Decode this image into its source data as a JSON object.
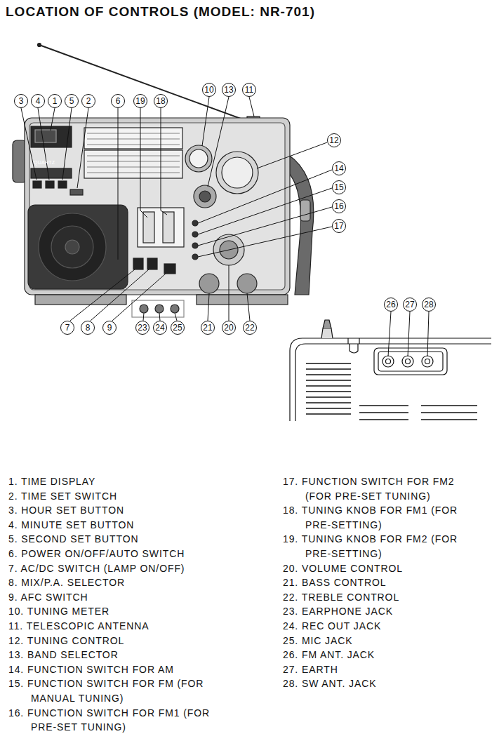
{
  "diagram": {
    "title": "LOCATION OF CONTROLS (MODEL: NR-701)",
    "nodes": [
      {
        "text": [
          "3"
        ]
      },
      {
        "text": [
          "4"
        ]
      },
      {
        "text": [
          "1"
        ]
      },
      {
        "text": [
          "5"
        ]
      },
      {
        "text": [
          "2"
        ]
      },
      {
        "text": [
          "6"
        ]
      },
      {
        "text": [
          "19"
        ]
      },
      {
        "text": [
          "18"
        ]
      },
      {
        "text": [
          "10"
        ]
      },
      {
        "text": [
          "13"
        ]
      },
      {
        "text": [
          "11"
        ]
      },
      {
        "text": [
          "12"
        ]
      },
      {
        "text": [
          "14"
        ]
      },
      {
        "text": [
          "15"
        ]
      },
      {
        "text": [
          "16"
        ]
      },
      {
        "text": [
          "17"
        ]
      },
      {
        "text": [
          "7"
        ]
      },
      {
        "text": [
          "8"
        ]
      },
      {
        "text": [
          "9"
        ]
      },
      {
        "text": [
          "23"
        ]
      },
      {
        "text": [
          "24"
        ]
      },
      {
        "text": [
          "25"
        ]
      },
      {
        "text": [
          "21"
        ]
      },
      {
        "text": [
          "20"
        ]
      },
      {
        "text": [
          "22"
        ]
      },
      {
        "text": [
          "26"
        ]
      },
      {
        "text": [
          "27"
        ]
      },
      {
        "text": [
          "28"
        ]
      }
    ],
    "labels": [
      "1. TIME DISPLAY",
      "2. TIME SET SWITCH",
      "3. HOUR SET BUTTON",
      "4. MINUTE SET BUTTON",
      "5. SECOND SET BUTTON",
      "6. POWER ON/OFF/AUTO SWITCH",
      "7. AC/DC SWITCH (LAMP ON/OFF)",
      "8. MIX/P.A. SELECTOR",
      "9. AFC SWITCH",
      "10. TUNING METER",
      "11. TELESCOPIC ANTENNA",
      "12. TUNING CONTROL",
      "13. BAND SELECTOR",
      "14. FUNCTION SWITCH FOR AM",
      "15. FUNCTION SWITCH FOR FM (FOR MANUAL TUNING)",
      "16. FUNCTION SWITCH FOR FM1 (FOR PRE-SET TUNING)",
      "17. FUNCTION SWITCH FOR FM2 (FOR PRE-SET TUNING)",
      "18. TUNING KNOB FOR FM1 (FOR PRE-SETTING)",
      "19. TUNING KNOB FOR FM2 (FOR PRE-SETTING)",
      "20. VOLUME CONTROL",
      "21. BASS CONTROL",
      "22. TREBLE CONTROL",
      "23. EARPHONE JACK",
      "24. REC OUT JACK",
      "25. MIC JACK",
      "26. FM ANT. JACK",
      "27. EARTH",
      "28. SW ANT. JACK",
      "QUARTZ"
    ]
  }
}
